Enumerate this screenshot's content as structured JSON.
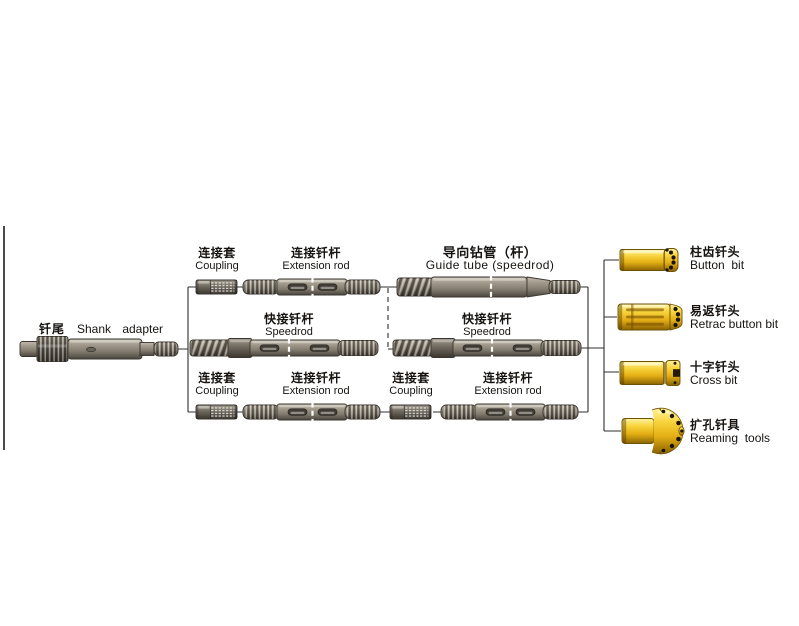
{
  "page": {
    "background": "#ffffff"
  },
  "colors": {
    "gold": "#e9b91f",
    "steel": "#8a857b",
    "line": "#2f2f2f",
    "text": "#161310"
  },
  "labels": {
    "shank_zh": "钎尾",
    "shank_en": "Shank  adapter",
    "coupling_zh": "连接套",
    "coupling_en": "Coupling",
    "extension_zh": "连接钎杆",
    "extension_en": "Extension rod",
    "speedrod_zh": "快接钎杆",
    "speedrod_en": "Speedrod",
    "guide_zh": "导向钻管（杆）",
    "guide_en": "Guide tube (speedrod)",
    "bits": [
      {
        "zh": "柱齿钎头",
        "en": "Button  bit"
      },
      {
        "zh": "易返钎头",
        "en": "Retrac button bit"
      },
      {
        "zh": "十字钎头",
        "en": "Cross bit"
      },
      {
        "zh": "扩孔钎具",
        "en": "Reaming  tools"
      }
    ]
  }
}
